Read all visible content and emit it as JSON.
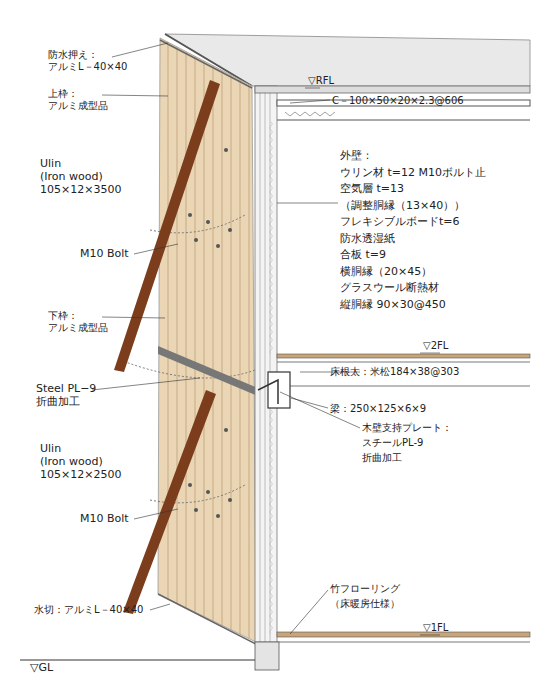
{
  "diagram": {
    "labels": [
      "防水押え：",
      "アルミL－40×40",
      "上枠：",
      "アルミ成型品",
      "Ulin",
      "(Iron wood)",
      "105×12×3500",
      "M10 Bolt",
      "下枠：",
      "アルミ成型品",
      "Steel PL−9",
      "折曲加工",
      "Ulin",
      "(Iron wood)",
      "105×12×2500",
      "M10 Bolt",
      "水切：アルミL－40×40",
      "▽GL",
      "▽RFL",
      "C－100×50×20×2.3@606",
      "外壁：",
      "ウリン材 t=12 M10ボルト止",
      "空気層 t=13",
      "（調整胴縁（13×40））",
      "フレキシブルボードt=6",
      "防水透湿紙",
      "合板 t=9",
      "横胴縁（20×45）",
      "グラスウール断熱材",
      "縦胴縁 90×30@450",
      "▽2FL",
      "床根太：米松184×38@303",
      "梁：250×125×6×9",
      "木壁支持プレート：",
      "スチールPL-9",
      "折曲加工",
      "竹フローリング",
      "（床暖房仕様）",
      "▽1FL"
    ]
  }
}
